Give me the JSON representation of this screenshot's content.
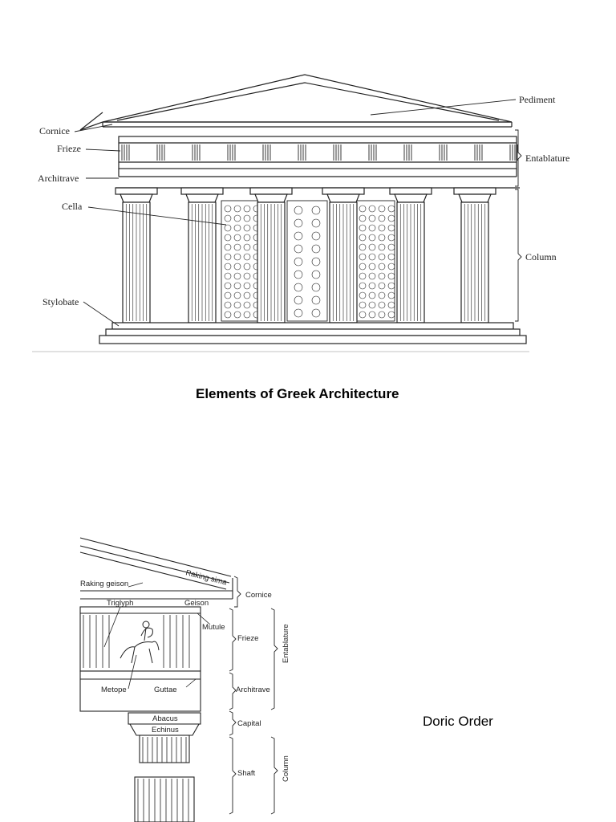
{
  "temple": {
    "labels": {
      "pediment": "Pediment",
      "cornice": "Cornice",
      "frieze": "Frieze",
      "entablature": "Entablature",
      "architrave": "Architrave",
      "cella": "Cella",
      "column": "Column",
      "stylobate": "Stylobate"
    },
    "caption": "Elements of Greek Architecture"
  },
  "doric": {
    "labels": {
      "raking_sima": "Raking sima",
      "raking_geison": "Raking geison",
      "triglyph": "Triglyph",
      "geison": "Geison",
      "cornice": "Cornice",
      "mutule": "Mutule",
      "frieze": "Frieze",
      "entablature": "Entablature",
      "metope": "Metope",
      "guttae": "Guttae",
      "architrave": "Architrave",
      "abacus": "Abacus",
      "echinus": "Echinus",
      "capital": "Capital",
      "shaft": "Shaft",
      "column": "Column"
    },
    "caption": "Doric Order"
  }
}
